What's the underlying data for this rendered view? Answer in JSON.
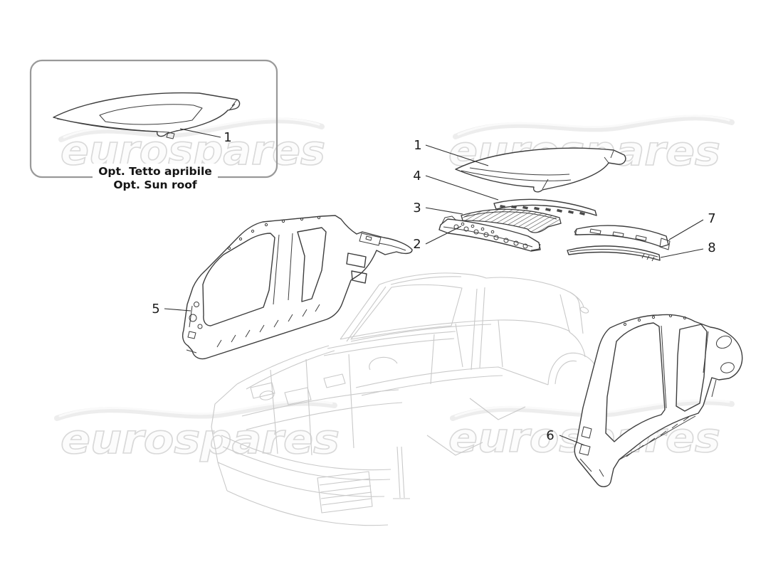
{
  "page": {
    "background": "#ffffff"
  },
  "branding": {
    "watermark_text": "eurospares"
  },
  "inset": {
    "caption_line1": "Opt. Tetto apribile",
    "caption_line2": "Opt. Sun roof",
    "callout": "1"
  },
  "callouts": {
    "c1": "1",
    "c2": "2",
    "c3": "3",
    "c4": "4",
    "c5": "5",
    "c6": "6",
    "c7": "7",
    "c8": "8"
  },
  "colors": {
    "part_line": "#3d3d3d",
    "sketch_line": "#c9c9c9",
    "watermark_fill": "#fcfcfc",
    "watermark_outline": "#d9d9d9",
    "inset_border": "#999999",
    "label_text": "#1c1c1c"
  }
}
